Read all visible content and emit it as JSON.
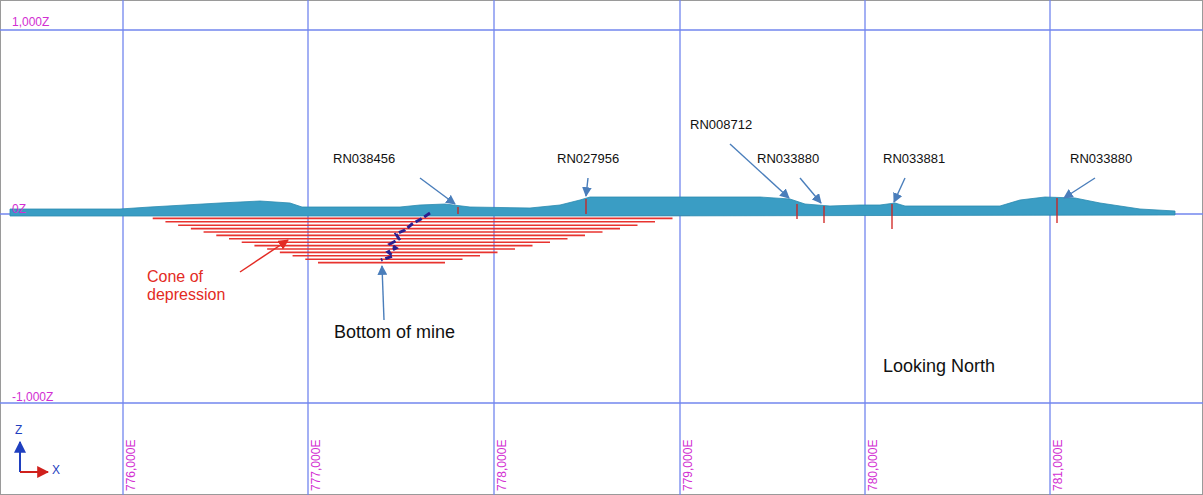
{
  "diagram": {
    "labels": [
      "1,000Z",
      "RN008712",
      "RN038456",
      "RN027956",
      "RN033880",
      "RN033881",
      "RN033880",
      "0Z",
      "Cone of depression",
      "Bottom of mine",
      "Looking North",
      "-1,000Z",
      "Z",
      "X",
      "776,000E",
      "777,000E",
      "778,000E",
      "779,000E",
      "780,000E",
      "781,000E"
    ]
  }
}
